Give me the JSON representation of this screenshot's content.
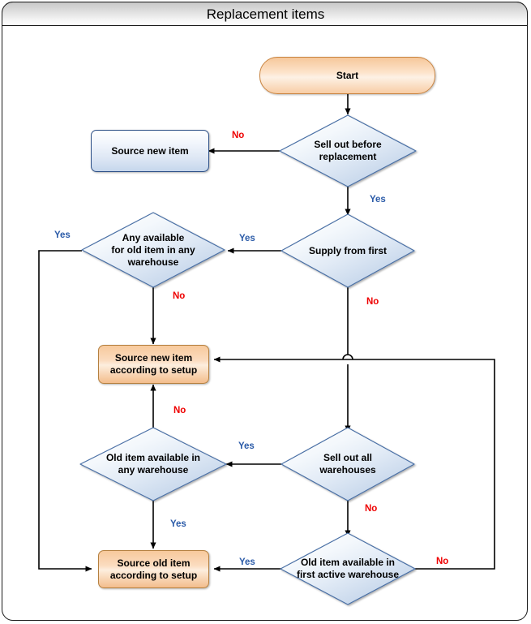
{
  "window": {
    "title": "Replacement items"
  },
  "diagram": {
    "type": "flowchart",
    "colors": {
      "yes_label": "#2b5ba8",
      "no_label": "#ee0000",
      "decision_border": "#4a6fa5",
      "decision_fill": "#dfe8f4",
      "terminator_fill": "#fbd6af",
      "terminator_border": "#c98440",
      "process_orange_fill": "#f7ce a6",
      "process_blue_fill": "#dce6f4",
      "connector": "#000000",
      "frame_border": "#1a1a1a"
    },
    "nodes": [
      {
        "id": "start",
        "shape": "terminator",
        "label": "Start"
      },
      {
        "id": "sell_out_before",
        "shape": "decision",
        "label": "Sell out before\nreplacement"
      },
      {
        "id": "source_new_item",
        "shape": "process-blue",
        "label": "Source new item"
      },
      {
        "id": "supply_from_first",
        "shape": "decision",
        "label": "Supply from first"
      },
      {
        "id": "any_available",
        "shape": "decision",
        "label": "Any available\nfor old item in any\nwarehouse"
      },
      {
        "id": "source_new_setup",
        "shape": "process-orange",
        "label": "Source new item\naccording to setup"
      },
      {
        "id": "old_item_any_wh",
        "shape": "decision",
        "label": "Old item available in\nany warehouse"
      },
      {
        "id": "sell_out_all",
        "shape": "decision",
        "label": "Sell out all\nwarehouses"
      },
      {
        "id": "source_old_setup",
        "shape": "process-orange",
        "label": "Source old item\naccording to setup"
      },
      {
        "id": "old_item_first_wh",
        "shape": "decision",
        "label": "Old item available in\nfirst active warehouse"
      }
    ],
    "edges": [
      {
        "from": "start",
        "to": "sell_out_before",
        "label": ""
      },
      {
        "from": "sell_out_before",
        "to": "source_new_item",
        "label": "No"
      },
      {
        "from": "sell_out_before",
        "to": "supply_from_first",
        "label": "Yes"
      },
      {
        "from": "supply_from_first",
        "to": "any_available",
        "label": "Yes"
      },
      {
        "from": "supply_from_first",
        "to": "sell_out_all",
        "label": "No"
      },
      {
        "from": "any_available",
        "to": "source_old_setup",
        "label": "Yes"
      },
      {
        "from": "any_available",
        "to": "source_new_setup",
        "label": "No"
      },
      {
        "from": "sell_out_all",
        "to": "old_item_any_wh",
        "label": "Yes"
      },
      {
        "from": "sell_out_all",
        "to": "old_item_first_wh",
        "label": "No"
      },
      {
        "from": "old_item_any_wh",
        "to": "source_new_setup",
        "label": "No"
      },
      {
        "from": "old_item_any_wh",
        "to": "source_old_setup",
        "label": "Yes"
      },
      {
        "from": "old_item_first_wh",
        "to": "source_old_setup",
        "label": "Yes"
      },
      {
        "from": "old_item_first_wh",
        "to": "source_new_setup",
        "label": "No"
      }
    ],
    "edge_labels": {
      "no_1": "No",
      "yes_1": "Yes",
      "yes_2": "Yes",
      "yes_3": "Yes",
      "no_2": "No",
      "no_3": "No",
      "yes_4": "Yes",
      "no_4": "No",
      "yes_5": "Yes",
      "no_5": "No",
      "yes_6": "Yes",
      "no_6": "No"
    }
  }
}
